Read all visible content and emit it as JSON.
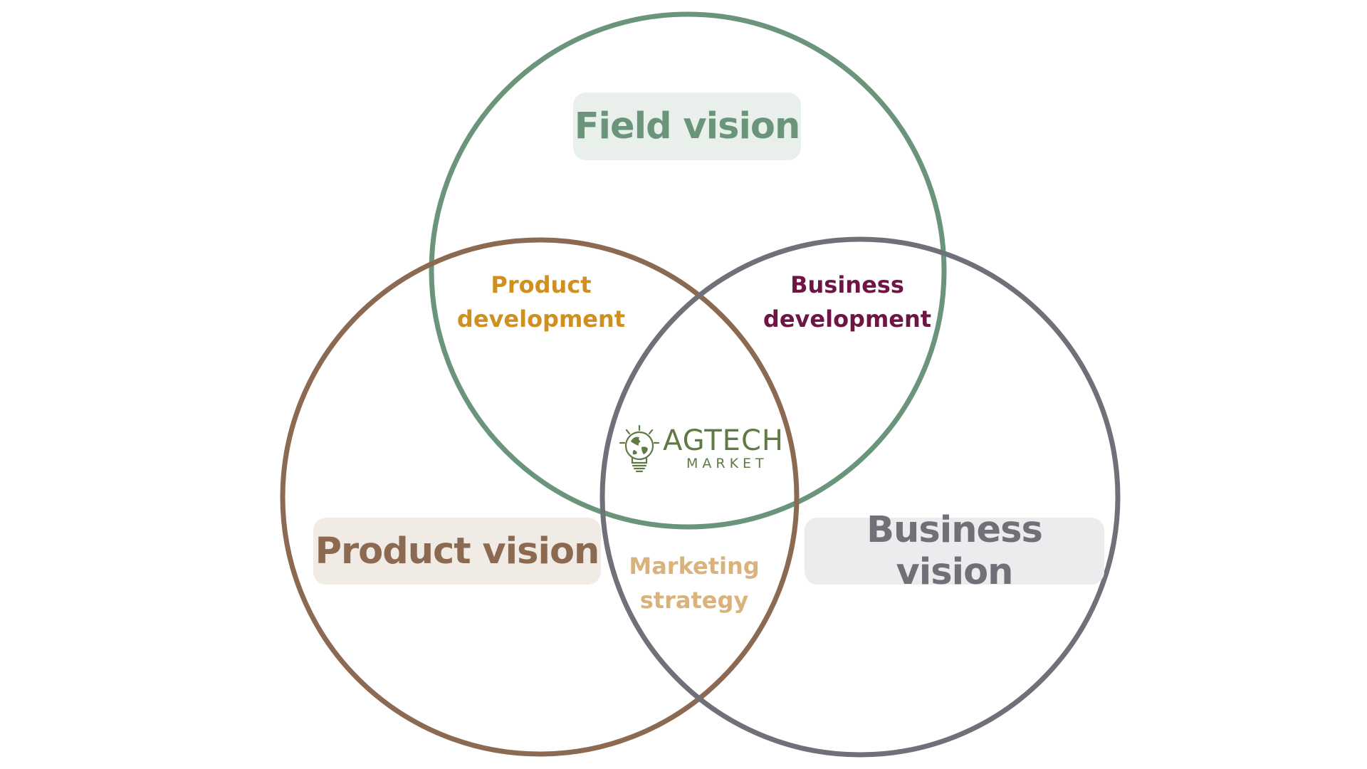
{
  "diagram": {
    "type": "venn",
    "circles": [
      {
        "id": "field",
        "label": "Field vision",
        "stroke": "#6a957a",
        "label_bg": "#e9f0eb",
        "label_color": "#6a957a"
      },
      {
        "id": "product",
        "label": "Product vision",
        "stroke": "#8c6a52",
        "label_bg": "#f1ebe6",
        "label_color": "#8c6a52"
      },
      {
        "id": "business",
        "label": "Business vision",
        "stroke": "#707178",
        "label_bg": "#ebecee",
        "label_color": "#707178"
      }
    ],
    "overlaps": [
      {
        "between": [
          "field",
          "product"
        ],
        "line1": "Product",
        "line2": "development",
        "color": "#d0901f"
      },
      {
        "between": [
          "field",
          "business"
        ],
        "line1": "Business",
        "line2": "development",
        "color": "#6e1544"
      },
      {
        "between": [
          "product",
          "business"
        ],
        "line1": "Marketing",
        "line2": "strategy",
        "color": "#d9b27c"
      }
    ],
    "center_logo": {
      "word1": "AGTECH",
      "word2": "MARKET",
      "icon": "lightbulb-globe-icon",
      "color": "#5f7a45"
    }
  }
}
